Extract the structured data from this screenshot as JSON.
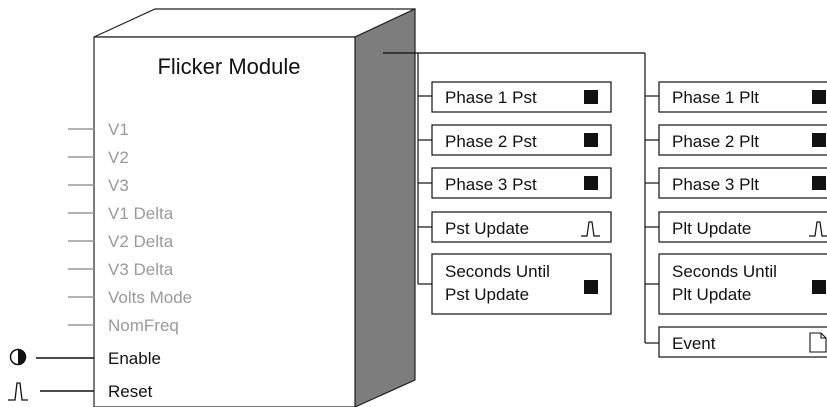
{
  "module": {
    "title": "Flicker Module",
    "inputs": [
      "V1",
      "V2",
      "V3",
      "V1 Delta",
      "V2 Delta",
      "V3 Delta",
      "Volts Mode",
      "NomFreq"
    ],
    "enable": {
      "label": "Enable",
      "icon": "half-circle-icon"
    },
    "reset": {
      "label": "Reset",
      "icon": "pulse-icon"
    }
  },
  "outputs": {
    "pst": [
      {
        "label": "Phase 1 Pst",
        "icon": "square-icon"
      },
      {
        "label": "Phase 2 Pst",
        "icon": "square-icon"
      },
      {
        "label": "Phase 3 Pst",
        "icon": "square-icon"
      },
      {
        "label": "Pst Update",
        "icon": "pulse-icon"
      },
      {
        "line1": "Seconds Until",
        "line2": "Pst Update",
        "icon": "square-icon"
      }
    ],
    "plt": [
      {
        "label": "Phase 1 Plt",
        "icon": "square-icon"
      },
      {
        "label": "Phase 2 Plt",
        "icon": "square-icon"
      },
      {
        "label": "Phase 3 Plt",
        "icon": "square-icon"
      },
      {
        "label": "Plt Update",
        "icon": "pulse-icon"
      },
      {
        "line1": "Seconds Until",
        "line2": "Plt Update",
        "icon": "square-icon"
      },
      {
        "label": "Event",
        "icon": "document-icon"
      }
    ]
  }
}
